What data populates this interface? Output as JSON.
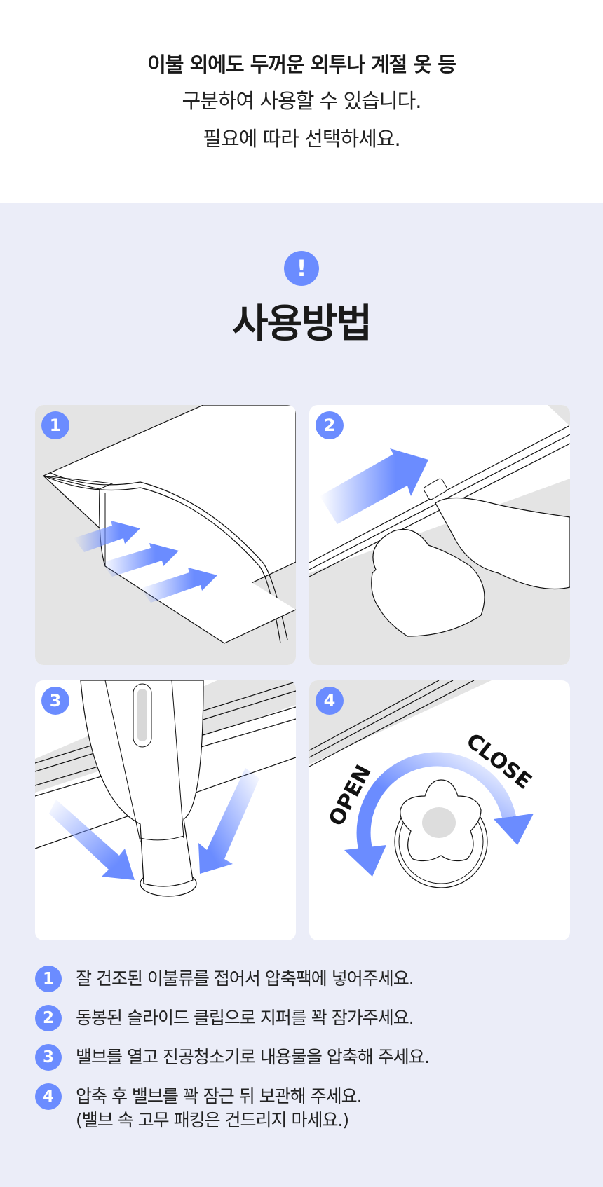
{
  "intro": {
    "line1": "이불 외에도 두꺼운 외투나 계절 옷 등",
    "line2": "구분하여 사용할 수 있습니다.",
    "line3": "필요에 따라 선택하세요."
  },
  "section": {
    "icon": "exclamation-icon",
    "icon_glyph": "!",
    "title": "사용방법"
  },
  "cards": [
    {
      "number": "1",
      "illustration": "folded-blanket-in-bag"
    },
    {
      "number": "2",
      "illustration": "hands-sliding-clip-on-zipper"
    },
    {
      "number": "3",
      "illustration": "vacuum-on-valve"
    },
    {
      "number": "4",
      "illustration": "valve-cap-rotate",
      "open_label": "OPEN",
      "close_label": "CLOSE"
    }
  ],
  "steps": [
    {
      "number": "1",
      "text": "잘 건조된 이불류를 접어서 압축팩에 넣어주세요."
    },
    {
      "number": "2",
      "text": "동봉된 슬라이드 클립으로 지퍼를 꽉 잠가주세요."
    },
    {
      "number": "3",
      "text": "밸브를 열고 진공청소기로 내용물을 압축해 주세요."
    },
    {
      "number": "4",
      "text": "압축 후 밸브를 꽉 잠근 뒤 보관해 주세요.",
      "text2": "(밸브 속 고무 패킹은 건드리지 마세요.)"
    }
  ],
  "colors": {
    "accent": "#6b8cff",
    "background": "#ebedf8",
    "illustration_gray": "#e4e4e4"
  }
}
